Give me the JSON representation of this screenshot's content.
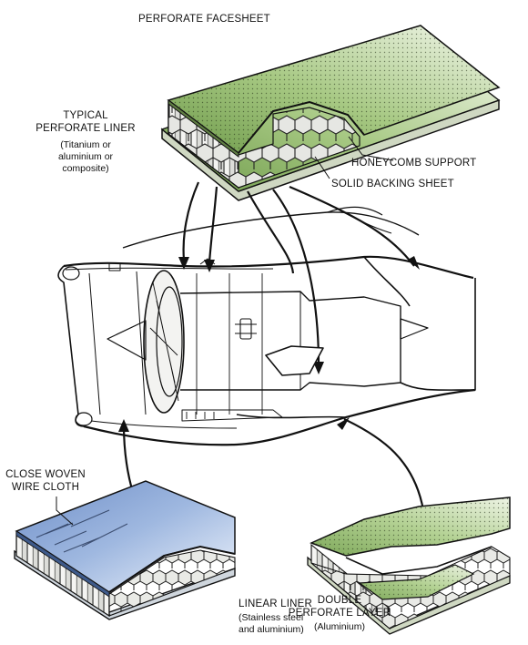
{
  "labels": {
    "perforate_facesheet": "PERFORATE FACESHEET",
    "typical_liner_1": "TYPICAL",
    "typical_liner_2": "PERFORATE LINER",
    "typical_liner_sub_1": "(Titanium or",
    "typical_liner_sub_2": "aluminium or",
    "typical_liner_sub_3": "composite)",
    "honeycomb_support": "HONEYCOMB SUPPORT",
    "solid_backing_sheet": "SOLID BACKING SHEET",
    "close_woven_1": "CLOSE WOVEN",
    "close_woven_2": "WIRE CLOTH",
    "linear_liner": "LINEAR LINER",
    "linear_liner_sub_1": "(Stainless steel",
    "linear_liner_sub_2": "and aluminium)",
    "double_perforate_1": "DOUBLE",
    "double_perforate_2": "PERFORATE LAYER",
    "double_perforate_sub": "(Aluminium)"
  },
  "colors": {
    "ink": "#111111",
    "facesheet_green": "#9fc27a",
    "wire_cloth_blue": "#7f9fd4",
    "cell_grey": "#d9dad6"
  }
}
